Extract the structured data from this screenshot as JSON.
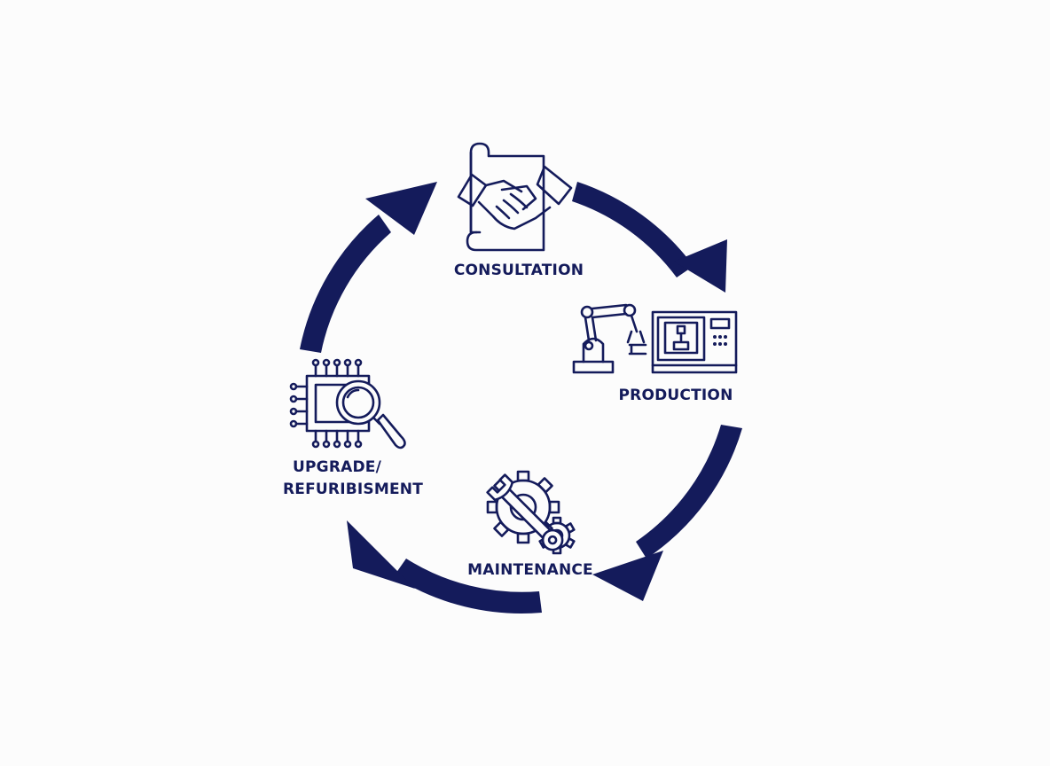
{
  "colors": {
    "primary": "#141b5b",
    "background": "#fcfcfc"
  },
  "stages": [
    {
      "id": "consultation",
      "label": "CONSULTATION",
      "icon": "handshake-document-icon"
    },
    {
      "id": "production",
      "label": "PRODUCTION",
      "icon": "robot-arm-cnc-machine-icon"
    },
    {
      "id": "maintenance",
      "label": "MAINTENANCE",
      "icon": "gear-wrench-icon"
    },
    {
      "id": "upgrade",
      "label_line1": "UPGRADE/",
      "label_line2": "REFURIBISMENT",
      "icon": "chip-magnifier-icon"
    }
  ]
}
